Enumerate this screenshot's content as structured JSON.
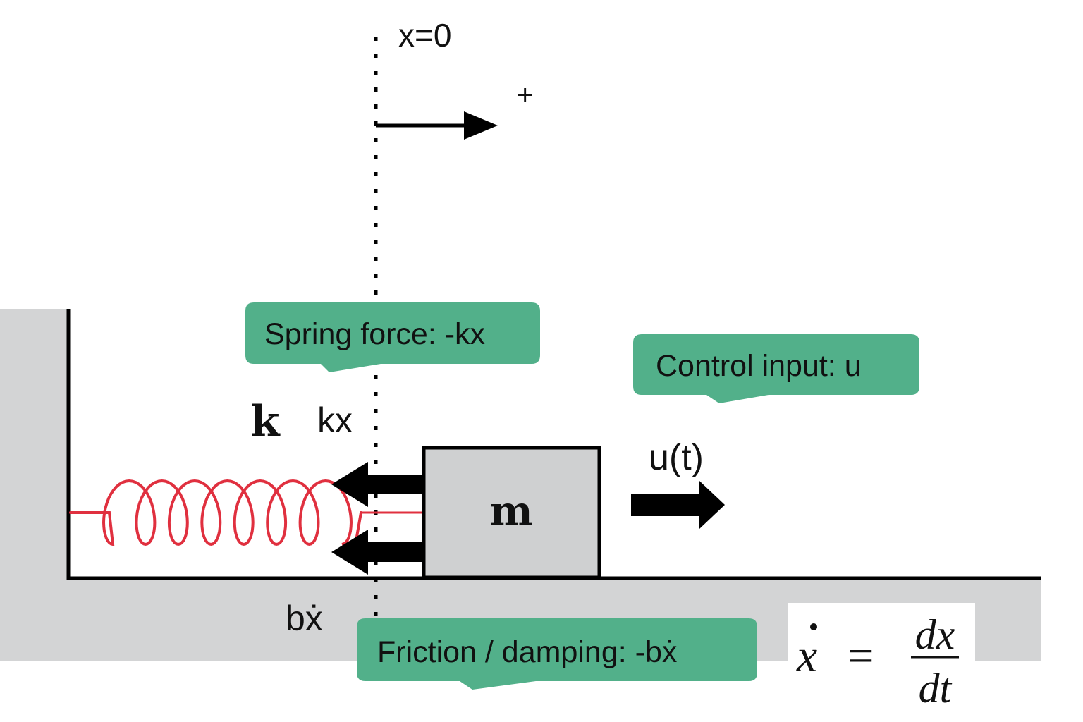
{
  "axis": {
    "origin_label": "x=0",
    "positive_label": "+"
  },
  "spring": {
    "constant_label": "k",
    "force_label": "kx"
  },
  "damper": {
    "force_label": "bẋ"
  },
  "mass": {
    "label": "m"
  },
  "input": {
    "label": "u(t)"
  },
  "callouts": {
    "spring": "Spring force: -kx",
    "control": "Control input: u",
    "friction": "Friction / damping: -bẋ"
  },
  "equation": {
    "lhs": "x",
    "equals": "=",
    "numerator": "dx",
    "denominator": "dt"
  },
  "colors": {
    "ground": "#d3d4d5",
    "callout": "#52b08a",
    "spring": "#e0303f",
    "mass": "#cfd0d1",
    "ink": "#000000"
  }
}
